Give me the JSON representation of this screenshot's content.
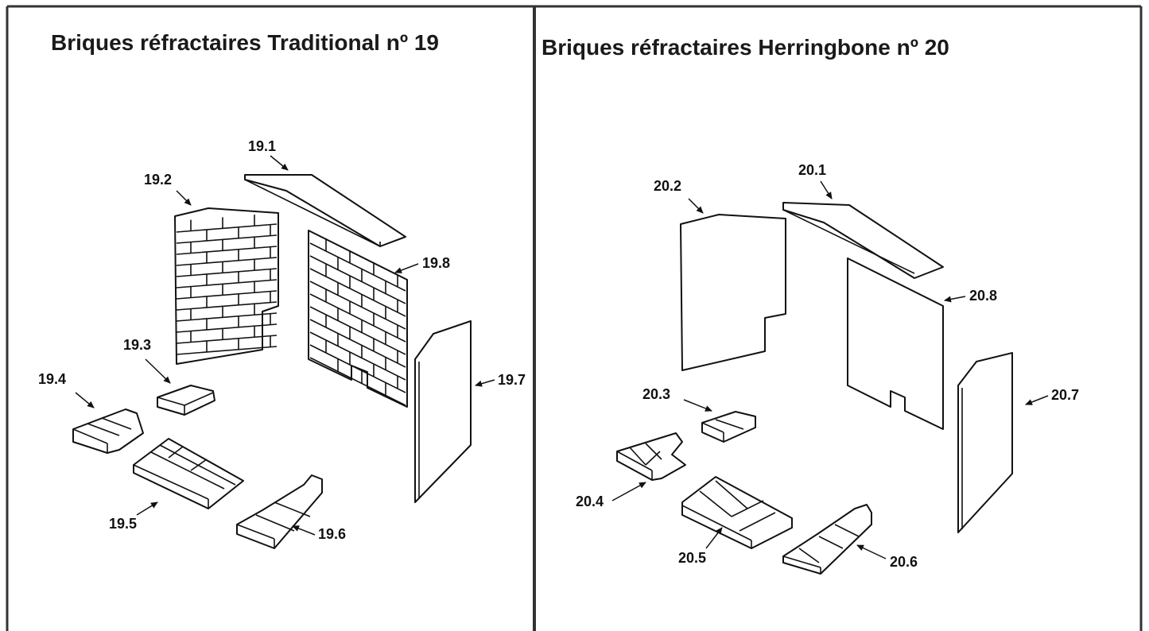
{
  "left_panel": {
    "title": "Briques réfractaires Traditional nº 19",
    "labels": {
      "p1": "19.1",
      "p2": "19.2",
      "p3": "19.3",
      "p4": "19.4",
      "p5": "19.5",
      "p6": "19.6",
      "p7": "19.7",
      "p8": "19.8"
    }
  },
  "right_panel": {
    "title": "Briques réfractaires Herringbone nº 20",
    "labels": {
      "p1": "20.1",
      "p2": "20.2",
      "p3": "20.3",
      "p4": "20.4",
      "p5": "20.5",
      "p6": "20.6",
      "p7": "20.7",
      "p8": "20.8"
    }
  }
}
